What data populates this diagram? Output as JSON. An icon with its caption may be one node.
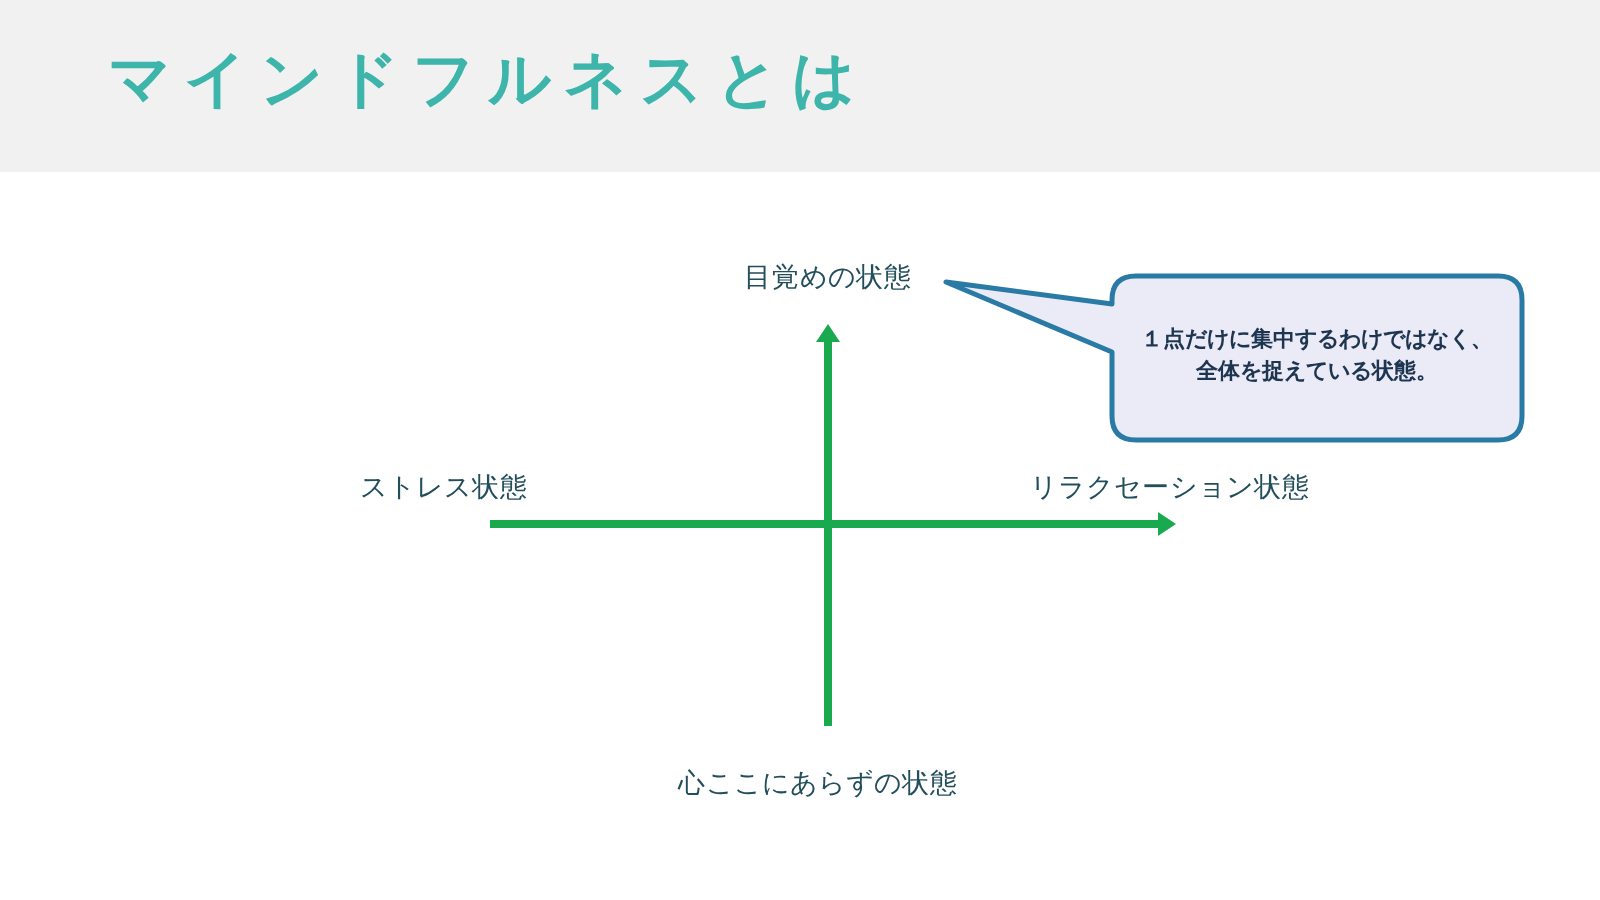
{
  "diagram": {
    "title": "マインドフルネスとは",
    "nodes": [
      {
        "text": [
          "１点だけに集中するわけではなく、全体を捉えている状態。"
        ]
      }
    ],
    "labels": [
      "目覚めの状態",
      "ストレス状態",
      "リラクセーション状態",
      "心ここにあらずの状態"
    ]
  }
}
